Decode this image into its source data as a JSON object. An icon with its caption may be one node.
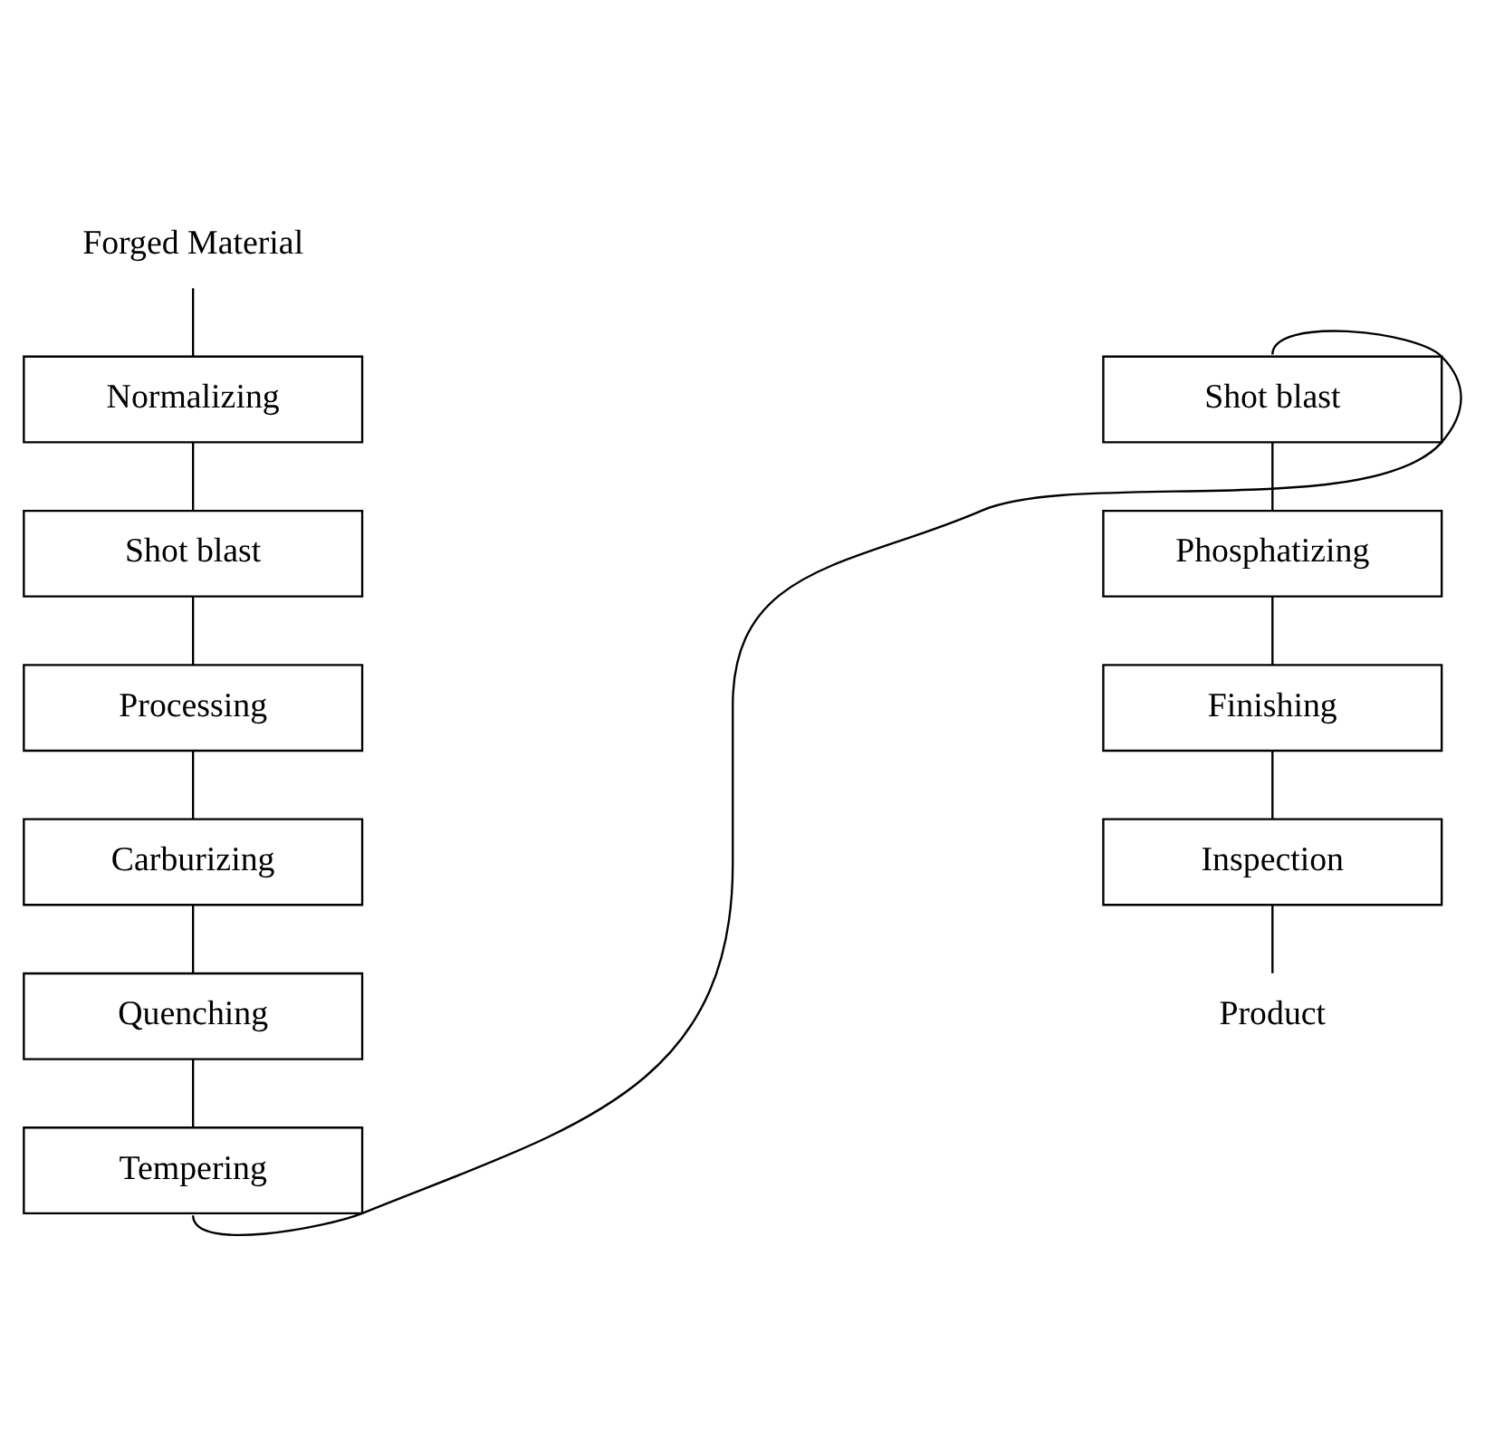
{
  "diagram": {
    "nodes": [
      {
        "text": [
          "Forged Material"
        ]
      },
      {
        "text": [
          "Normalizing"
        ]
      },
      {
        "text": [
          "Shot blast"
        ]
      },
      {
        "text": [
          "Processing"
        ]
      },
      {
        "text": [
          "Carburizing"
        ]
      },
      {
        "text": [
          "Quenching"
        ]
      },
      {
        "text": [
          "Tempering"
        ]
      },
      {
        "text": [
          "Shot blast"
        ]
      },
      {
        "text": [
          "Phosphatizing"
        ]
      },
      {
        "text": [
          "Finishing"
        ]
      },
      {
        "text": [
          "Inspection"
        ]
      },
      {
        "text": [
          "Product"
        ]
      }
    ],
    "edges": [
      {
        "from": 0,
        "to": 1,
        "arrow": "none"
      },
      {
        "from": 1,
        "to": 2,
        "arrow": "none"
      },
      {
        "from": 2,
        "to": 3,
        "arrow": "none"
      },
      {
        "from": 3,
        "to": 4,
        "arrow": "none"
      },
      {
        "from": 4,
        "to": 5,
        "arrow": "none"
      },
      {
        "from": 5,
        "to": 6,
        "arrow": "none"
      },
      {
        "from": 6,
        "to": 7,
        "arrow": "none"
      },
      {
        "from": 7,
        "to": 8,
        "arrow": "none"
      },
      {
        "from": 8,
        "to": 9,
        "arrow": "none"
      },
      {
        "from": 9,
        "to": 10,
        "arrow": "none"
      },
      {
        "from": 10,
        "to": 11,
        "arrow": "none"
      }
    ]
  }
}
